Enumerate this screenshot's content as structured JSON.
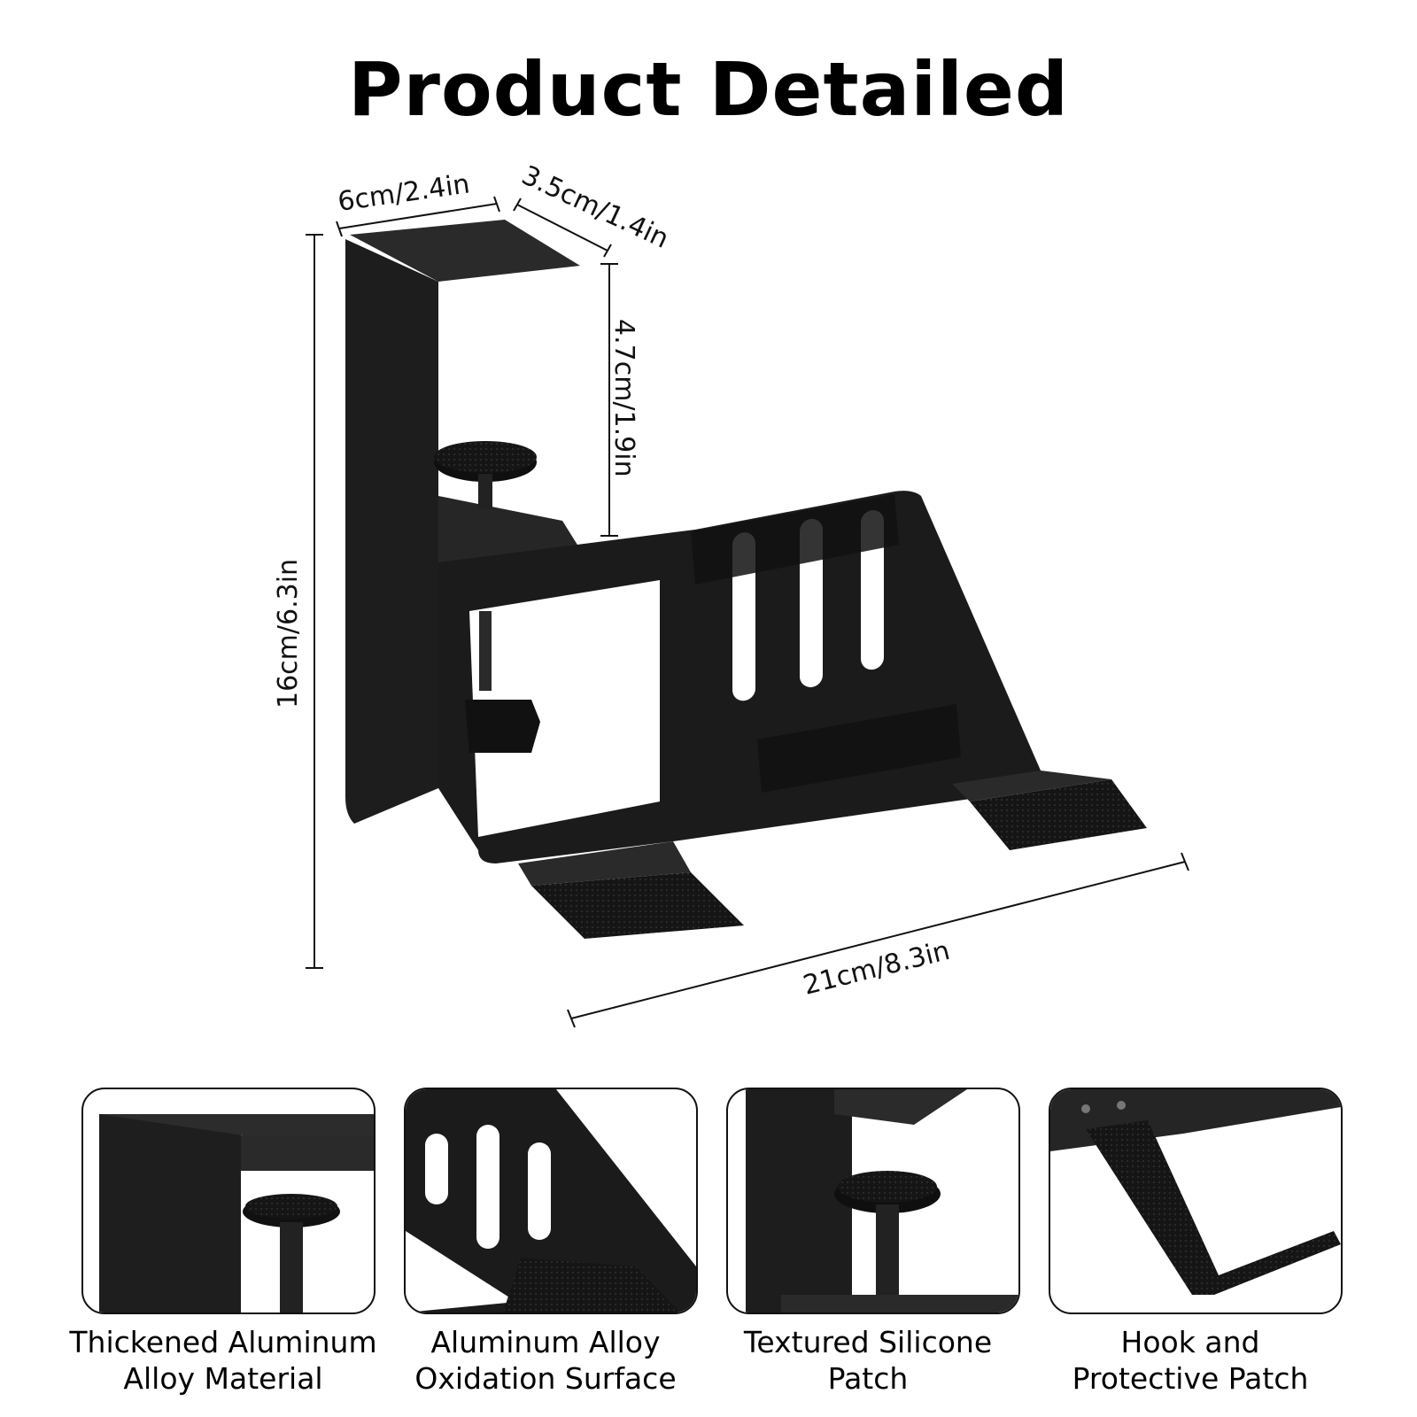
{
  "title": "Product Detailed",
  "dimensions": {
    "top_width": "6cm/2.4in",
    "top_depth": "3.5cm/1.4in",
    "clamp_opening": "4.7cm/1.9in",
    "height": "16cm/6.3in",
    "length": "21cm/8.3in"
  },
  "features": [
    {
      "line1": "Thickened Aluminum",
      "line2": "Alloy Material"
    },
    {
      "line1": "Aluminum Alloy",
      "line2": "Oxidation Surface"
    },
    {
      "line1": "Textured Silicone",
      "line2": "Patch"
    },
    {
      "line1": "Hook and",
      "line2": "Protective Patch"
    }
  ],
  "colors": {
    "metal": "#1b1b1b",
    "metal_edge": "#3a3a3a",
    "pad": "#0e0e0e",
    "background": "#ffffff"
  }
}
